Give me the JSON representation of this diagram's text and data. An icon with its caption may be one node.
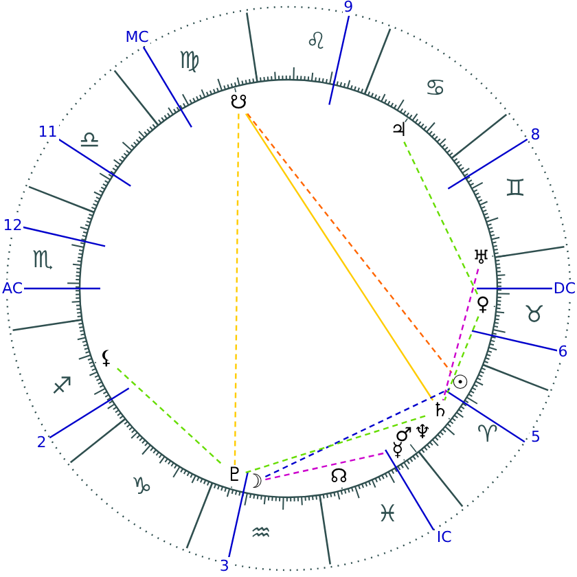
{
  "diagram": {
    "nodes": [
      {
        "text": [
          "☋"
        ]
      },
      {
        "text": [
          "♃"
        ]
      },
      {
        "text": [
          "♅"
        ]
      },
      {
        "text": [
          "♀"
        ]
      },
      {
        "text": [
          "☉"
        ]
      },
      {
        "text": [
          "♄"
        ]
      },
      {
        "text": [
          "♆"
        ]
      },
      {
        "text": [
          "♂"
        ]
      },
      {
        "text": [
          "☿"
        ]
      },
      {
        "text": [
          "☊"
        ]
      },
      {
        "text": [
          "☽"
        ]
      },
      {
        "text": [
          "♇"
        ]
      },
      {
        "text": [
          "⚸"
        ]
      }
    ],
    "edges": [
      {
        "from": 0,
        "to": 4,
        "arrow": "none",
        "style": "dashed",
        "color": "#ff6600"
      },
      {
        "from": 0,
        "to": 5,
        "arrow": "none",
        "color": "#ffcc00"
      },
      {
        "from": 0,
        "to": 11,
        "arrow": "none",
        "style": "dashed",
        "color": "#ffcc00"
      },
      {
        "from": 1,
        "to": 3,
        "arrow": "none",
        "style": "dashed",
        "color": "#66dd00"
      },
      {
        "from": 2,
        "to": 5,
        "arrow": "none",
        "style": "dashed",
        "color": "#cc00cc"
      },
      {
        "from": 3,
        "to": 5,
        "arrow": "none",
        "style": "dashed",
        "color": "#66dd00"
      },
      {
        "from": 12,
        "to": 11,
        "arrow": "none",
        "style": "dashed",
        "color": "#66dd00"
      },
      {
        "from": 10,
        "to": 4,
        "arrow": "none",
        "style": "dashed",
        "color": "#0000cc"
      },
      {
        "from": 11,
        "to": 5,
        "arrow": "none",
        "style": "dashed",
        "color": "#66dd00"
      },
      {
        "from": 10,
        "to": 8,
        "arrow": "none",
        "style": "dashed",
        "color": "#cc00cc"
      }
    ],
    "labels": [
      "MC",
      "♍",
      "♌",
      "9",
      "♋",
      "11",
      "♎",
      "8",
      "♊",
      "12",
      "♏",
      "AC",
      "DC",
      "♉",
      "6",
      "♐",
      "♈",
      "5",
      "2",
      "♑",
      "♓",
      "IC",
      "♒",
      "3"
    ]
  }
}
